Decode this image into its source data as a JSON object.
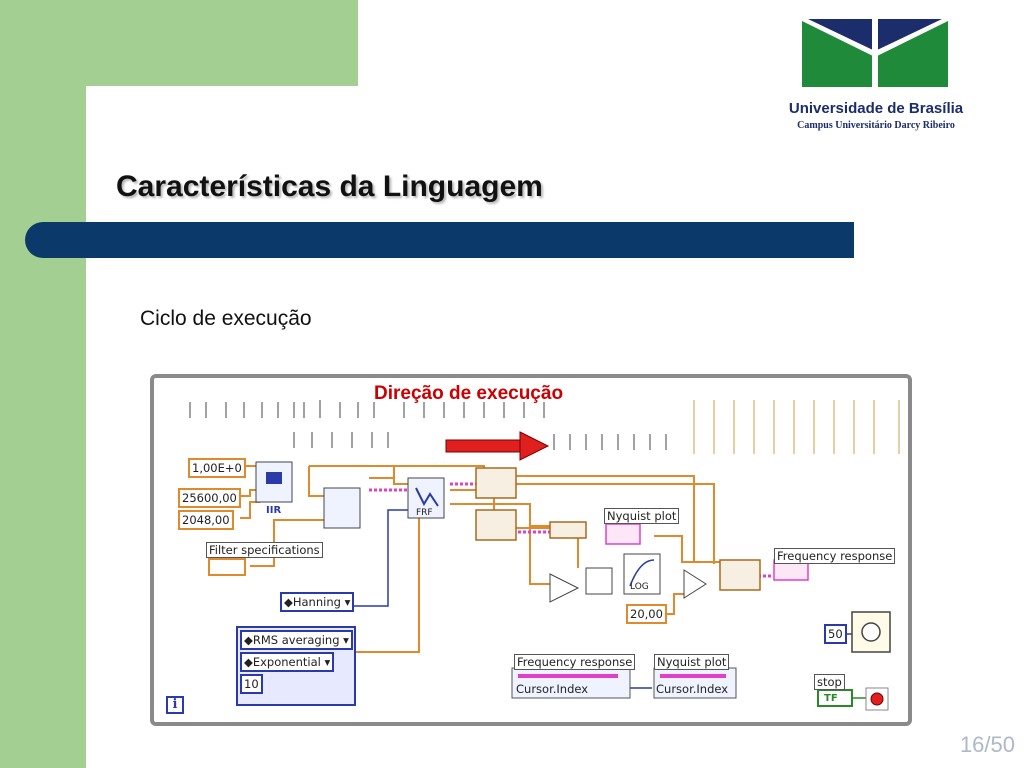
{
  "slide": {
    "title": "Características da Linguagem",
    "subtitle": "Ciclo de execução",
    "page_number": "16/50"
  },
  "institution": {
    "name": "Universidade de Brasília",
    "campus": "Campus Universitário Darcy Ribeiro"
  },
  "colors": {
    "green_band": "#a3cf93",
    "header_bar": "#0b3a6a",
    "logo_green": "#1e8a3a",
    "logo_blue": "#1b2d6b",
    "arrow_red": "#e01f1f",
    "wire_orange": "#e08a2e",
    "wire_pink": "#e040c8",
    "wire_blue": "#2a3aa8"
  },
  "diagram": {
    "direction_label": "Direção de execução",
    "constants": {
      "amplitude": "1,00E+0",
      "sample_rate": "25600,00",
      "samples": "2048,00",
      "db_constant": "20,00",
      "stop_count": "50",
      "averages": "10"
    },
    "controls": {
      "filter_specs": "Filter specifications",
      "window": "Hanning",
      "averaging_mode": "RMS averaging",
      "weighting": "Exponential",
      "stop": "stop"
    },
    "indicators": {
      "nyquist_plot": "Nyquist plot",
      "frequency_response": "Frequency response"
    },
    "property_nodes": [
      {
        "title": "Frequency response",
        "property": "Cursor.Index"
      },
      {
        "title": "Nyquist plot",
        "property": "Cursor.Index"
      }
    ],
    "icons": {
      "info": "i",
      "frf": "FRF",
      "iir": "IIR",
      "log": "LOG",
      "tf": "TF"
    }
  }
}
